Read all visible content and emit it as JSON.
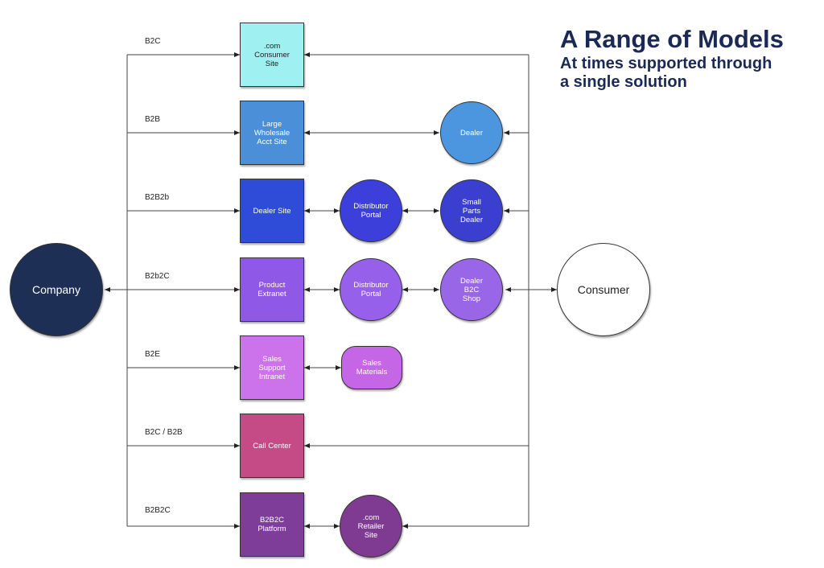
{
  "title": "A Range of Models",
  "subtitle": "At times supported through\na single solution",
  "colors": {
    "company": "#1e2f55",
    "dotcom_consumer": "#9ff0f0",
    "wholesale": "#4b8fd8",
    "dealer": "#4c96df",
    "dealer_site": "#2e4cd8",
    "distributor_1": "#3c3fd9",
    "small_parts": "#3a3fd0",
    "product_extranet": "#8f58e6",
    "distributor_2": "#9660ea",
    "dealer_b2c": "#9a66e8",
    "sales_support": "#cc73ec",
    "sales_materials": "#c466e6",
    "call_center": "#c44b86",
    "b2b2c_platform": "#7d3d99",
    "retailer_site": "#7f3a92",
    "consumer": "#ffffff"
  },
  "nodes": {
    "company": "Company",
    "consumer": "Consumer",
    "dotcom_consumer": ".com\nConsumer\nSite",
    "wholesale": "Large\nWholesale\nAcct Site",
    "dealer": "Dealer",
    "dealer_site": "Dealer Site",
    "distributor_1": "Distributor\nPortal",
    "small_parts": "Small\nParts\nDealer",
    "product_extranet": "Product\nExtranet",
    "distributor_2": "Distributor\nPortal",
    "dealer_b2c": "Dealer\nB2C\nShop",
    "sales_support": "Sales\nSupport\nIntranet",
    "sales_materials": "Sales\nMaterials",
    "call_center": "Call Center",
    "b2b2c_platform": "B2B2C\nPlatform",
    "retailer_site": ".com\nRetailer\nSite"
  },
  "row_labels": [
    "B2C",
    "B2B",
    "B2B2b",
    "B2b2C",
    "B2E",
    "B2C / B2B",
    "B2B2C"
  ]
}
